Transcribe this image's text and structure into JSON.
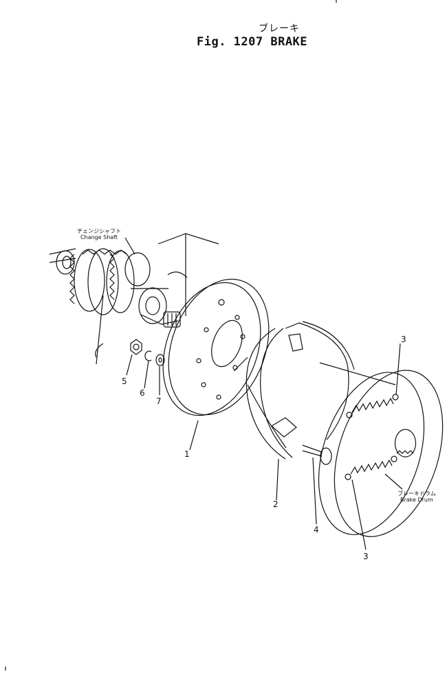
{
  "title": {
    "japanese": "ブレーキ",
    "english": "Fig. 1207 BRAKE"
  },
  "labels": {
    "change_shaft_jp": "チェンジシャフト",
    "change_shaft_en": "Change Shaft",
    "brake_drum_jp": "ブレーキドラム",
    "brake_drum_en": "Brake Drum"
  },
  "callouts": [
    "1",
    "2",
    "3",
    "3",
    "4",
    "5",
    "6",
    "7"
  ]
}
